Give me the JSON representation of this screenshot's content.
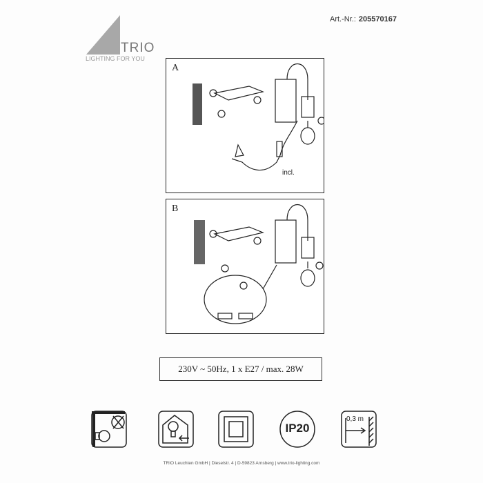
{
  "header": {
    "art_label": "Art.-Nr.:",
    "art_number": "205570167"
  },
  "logo": {
    "word": "TRIO",
    "tagline": "LIGHTING FOR YOU"
  },
  "panels": [
    {
      "letter": "A",
      "note": "incl."
    },
    {
      "letter": "B"
    }
  ],
  "spec": "230V ~ 50Hz, 1 x E27 / max. 28W",
  "icons": [
    {
      "name": "indoor-use-icon"
    },
    {
      "name": "replaceable-bulb-icon"
    },
    {
      "name": "protection-class-ii-icon"
    },
    {
      "name": "ip-rating-icon",
      "label": "IP20"
    },
    {
      "name": "min-distance-icon",
      "label": "0,3 m"
    }
  ],
  "footer": "TRIO Leuchten GmbH | Dieselstr. 4 | D-59823 Arnsberg | www.trio-lighting.com"
}
